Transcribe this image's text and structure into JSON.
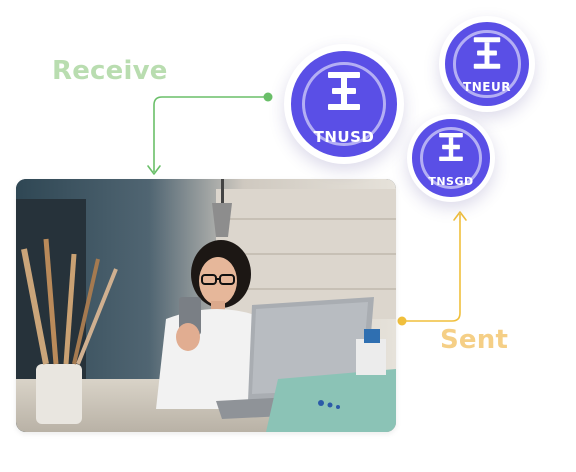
{
  "labels": {
    "receive": "Receive",
    "sent": "Sent"
  },
  "colors": {
    "receive": "#b9ddb0",
    "receive_line": "#6abf69",
    "sent": "#f5cf86",
    "sent_line": "#f0bf3c",
    "coin": "#5a4fe6"
  },
  "coins": [
    {
      "ticker": "TNUSD",
      "icon": "tnc-logo-icon"
    },
    {
      "ticker": "TNEUR",
      "icon": "tnc-logo-icon"
    },
    {
      "ticker": "TNSGD",
      "icon": "tnc-logo-icon"
    }
  ],
  "photo": {
    "subject": "woman-with-phone-and-laptop-image"
  }
}
